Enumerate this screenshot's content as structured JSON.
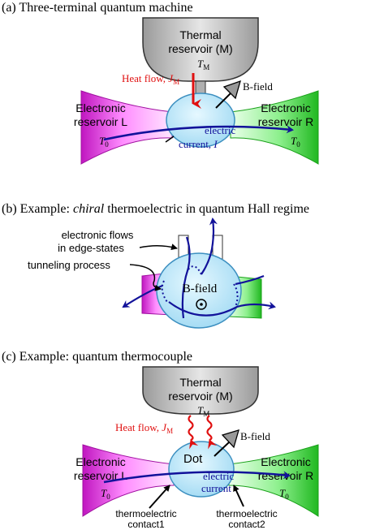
{
  "panel_a": {
    "title": "(a) Three-terminal quantum machine",
    "thermal_line1": "Thermal",
    "thermal_line2": "reservoir (M)",
    "thermal_temp": "T",
    "thermal_temp_sub": "M",
    "heat_flow": "Heat flow, ",
    "heat_flow_sym": "J",
    "heat_flow_sub": "M",
    "bfield": "B-field",
    "res_l_line1": "Electronic",
    "res_l_line2": "reservoir L",
    "res_l_temp": "T",
    "res_l_temp_sub": "0",
    "res_r_line1": "Electronic",
    "res_r_line2": "reservoir R",
    "res_r_temp": "T",
    "res_r_temp_sub": "0",
    "current_line1": "electric",
    "current_line2": "current, ",
    "current_sym": "I"
  },
  "panel_b": {
    "title_pre": "(b) Example: ",
    "title_em": "chiral",
    "title_post": " thermoelectric in quantum Hall regime",
    "edge_line1": "electronic flows",
    "edge_line2": "in edge-states",
    "tunneling": "tunneling process",
    "bfield": "B-field"
  },
  "panel_c": {
    "title": "(c) Example: quantum thermocouple",
    "thermal_line1": "Thermal",
    "thermal_line2": "reservoir (M)",
    "thermal_temp": "T",
    "thermal_temp_sub": "M",
    "heat_flow": "Heat flow, ",
    "heat_flow_sym": "J",
    "heat_flow_sub": "M",
    "bfield": "B-field",
    "dot": "Dot",
    "res_l_line1": "Electronic",
    "res_l_line2": "reservoir L",
    "res_l_temp": "T",
    "res_l_temp_sub": "0",
    "res_r_line1": "Electronic",
    "res_r_line2": "reservoir R",
    "res_r_temp": "T",
    "res_r_temp_sub": "0",
    "current_line1": "electric",
    "current_line2": "current",
    "contact1_line1": "thermoelectric",
    "contact1_line2": "contact1",
    "contact2_line1": "thermoelectric",
    "contact2_line2": "contact2"
  },
  "colors": {
    "magenta": "#d01ad0",
    "green": "#2ec82e",
    "blue": "#12129a",
    "red": "#e01010",
    "dot_fill": "#bfe8f8",
    "dot_stroke": "#3c8fc0",
    "reservoir_grey": "#c8c8c8"
  }
}
